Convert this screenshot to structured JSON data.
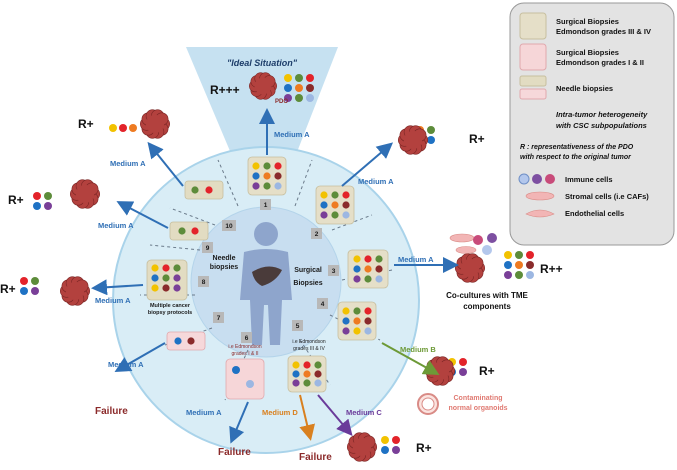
{
  "colors": {
    "circle_fill": "#d9edf6",
    "circle_stroke": "#a9d3ea",
    "center_fill": "#c8def0",
    "beam_fill": "#bcdcee",
    "surgical_box": "#e5dfc8",
    "surgical_lowgrade_box": "#f6d6d8",
    "needle_box": "#e2dcc2",
    "needle_box_pink": "#f6d8da",
    "organoid": "#b3413e",
    "arrow_blue": "#2f6fb5",
    "arrow_green": "#6d9a37",
    "arrow_orange": "#d9801f",
    "arrow_purple": "#6a3a9a",
    "label_blue": "#2f6fb5",
    "failure": "#8b2a2a",
    "person": "#8ea5cc",
    "liver": "#4a3b3a",
    "cell_colors": [
      "#f2c200",
      "#e3232a",
      "#1f72c4",
      "#7a3f98",
      "#5d8c3a",
      "#8a2b2b",
      "#ee7b22",
      "#9cb7e2"
    ]
  },
  "diagram": {
    "ideal_title": "\"Ideal Situation\"",
    "ideal_rating": "R+++",
    "pdo_label": "PDO",
    "center": {
      "needle_label_1": "Needle",
      "needle_label_2": "biopsies",
      "surgical_label_1": "Surgical",
      "surgical_label_2": "Biopsies"
    },
    "sector_numbers": [
      "1",
      "2",
      "3",
      "4",
      "5",
      "6",
      "7",
      "8",
      "9",
      "10"
    ],
    "grade_low_1": "i.e Edmondson",
    "grade_low_2": "grades I & II",
    "grade_high_1": "i.e Edmondson",
    "grade_high_2": "grades III & IV",
    "multiple_protocols_1": "Multiple cancer",
    "multiple_protocols_2": "biopsy protocols",
    "coculture_1": "Co-cultures with TME",
    "coculture_2": "components",
    "contaminating_1": "Contaminating",
    "contaminating_2": "normal organoids",
    "outputs": [
      {
        "medium": "Medium A",
        "result": "R+"
      },
      {
        "medium": "Medium A",
        "result": "R+"
      },
      {
        "medium": "Medium A",
        "result": "R+"
      },
      {
        "medium": "Medium A",
        "result": "R+"
      },
      {
        "medium": "Medium A",
        "result": "R++"
      },
      {
        "medium": "Medium A",
        "result": "Failure"
      },
      {
        "medium": "Medium A",
        "result": "Failure"
      },
      {
        "medium": "Medium D",
        "result": "Failure"
      },
      {
        "medium": "Medium C",
        "result": "R+"
      },
      {
        "medium": "Medium B",
        "result": "R+"
      },
      {
        "medium": "Medium A",
        "result": "R+++"
      }
    ]
  },
  "legend": {
    "surgical_high_1": "Surgical Biopsies",
    "surgical_high_2": "Edmondson grades III & IV",
    "surgical_low_1": "Surgical Biopsies",
    "surgical_low_2": "Edmondson grades I & II",
    "needle": "Needle biopsies",
    "heterogeneity_1": "Intra-tumor heterogeneity",
    "heterogeneity_2": "with CSC subpopulations",
    "r_def_1": "R : representativeness of the PDO",
    "r_def_2": "with respect to the original tumor",
    "immune": "Immune cells",
    "stromal": "Stromal cells (i.e CAFs)",
    "endothelial": "Endothelial cells"
  }
}
